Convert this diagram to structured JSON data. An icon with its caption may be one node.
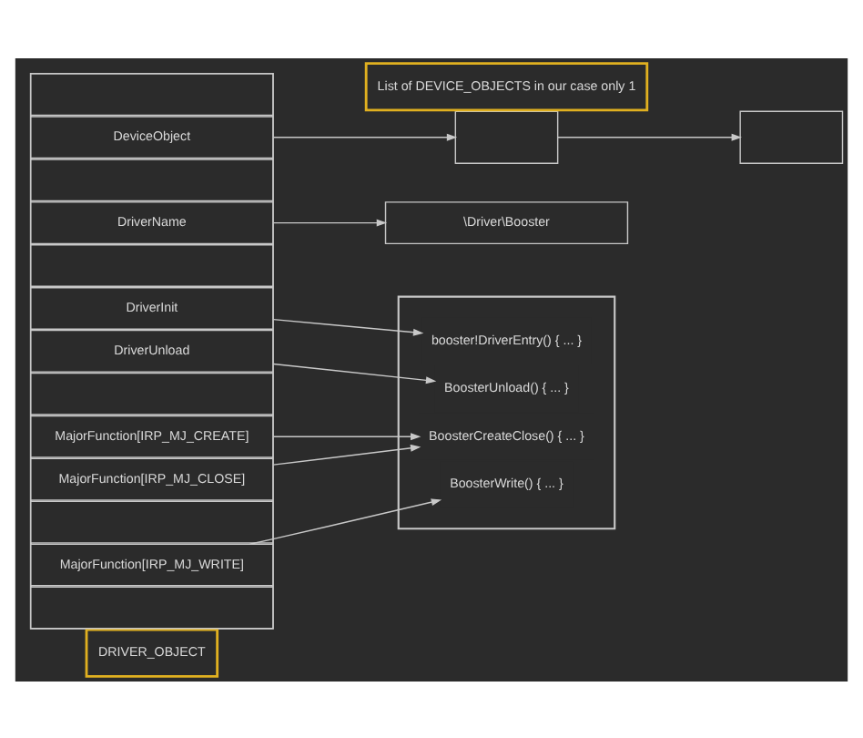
{
  "diagram": {
    "nodes": [
      {
        "text": [
          "DRIVER_OBJECT"
        ]
      },
      {
        "text": [],
        "shape": "box"
      },
      {
        "text": [],
        "shape": "box",
        "in": 1
      },
      {
        "text": [
          "DeviceObject"
        ],
        "in": 1
      },
      {
        "text": [],
        "shape": "box",
        "in": 1
      },
      {
        "text": [
          "DriverName"
        ],
        "in": 1
      },
      {
        "text": [],
        "shape": "box",
        "in": 1
      },
      {
        "text": [
          "DriverInit"
        ],
        "in": 1
      },
      {
        "text": [
          "DriverUnload"
        ],
        "in": 1
      },
      {
        "text": [],
        "shape": "box",
        "in": 1
      },
      {
        "text": [
          "MajorFunction[IRP_MJ_CREATE]"
        ],
        "in": 1
      },
      {
        "text": [
          "MajorFunction[IRP_MJ_CLOSE]"
        ],
        "in": 1
      },
      {
        "text": [],
        "shape": "box",
        "in": 1
      },
      {
        "text": [
          "MajorFunction[IRP_MJ_WRITE]"
        ],
        "in": 1
      },
      {
        "text": [],
        "shape": "box",
        "in": 1
      },
      {
        "text": [
          "List of DEVICE_OBJECTS in our case only 1"
        ]
      },
      {
        "text": [],
        "shape": "box"
      },
      {
        "text": [],
        "shape": "box"
      },
      {
        "text": [
          "\\Driver\\Booster"
        ]
      },
      {
        "text": [],
        "shape": "box"
      },
      {
        "text": [
          "booster!DriverEntry() { ... }"
        ],
        "in": 19
      },
      {
        "text": [
          "BoosterUnload() { ... }"
        ],
        "in": 19
      },
      {
        "text": [
          "BoosterCreateClose() { ... }"
        ],
        "in": 19
      },
      {
        "text": [
          "BoosterWrite() { ... }"
        ],
        "in": 19
      }
    ],
    "edges": [
      {
        "from": 3,
        "to": 16,
        "arrow": "to"
      },
      {
        "from": 16,
        "to": 17,
        "arrow": "to"
      },
      {
        "from": 5,
        "to": 18,
        "arrow": "to"
      },
      {
        "from": 7,
        "to": 20,
        "arrow": "to"
      },
      {
        "from": 8,
        "to": 21,
        "arrow": "to"
      },
      {
        "from": 10,
        "to": 22,
        "arrow": "to"
      },
      {
        "from": 11,
        "to": 22,
        "arrow": "to"
      },
      {
        "from": 13,
        "to": 23,
        "arrow": "to"
      }
    ]
  }
}
